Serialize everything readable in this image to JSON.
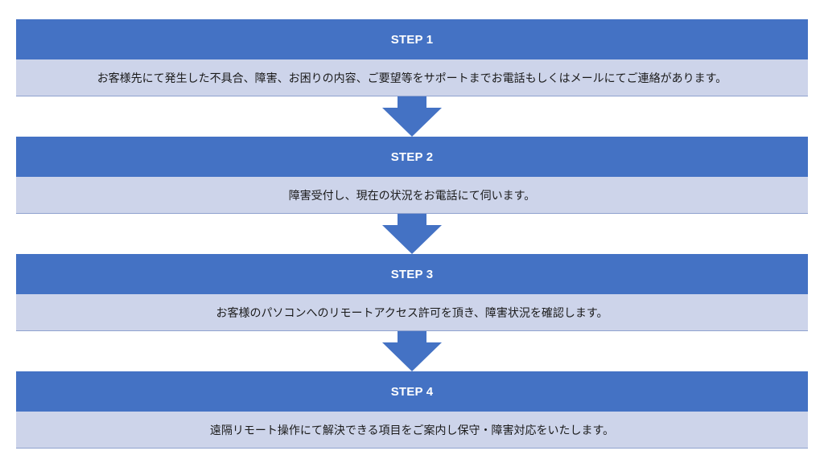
{
  "colors": {
    "header": "#4472c4",
    "body": "#cdd4ea",
    "arrow": "#4472c4"
  },
  "steps": [
    {
      "title": "STEP 1",
      "text": "お客様先にて発生した不具合、障害、お困りの内容、ご要望等をサポートまでお電話もしくはメールにてご連絡があります。"
    },
    {
      "title": "STEP 2",
      "text": "障害受付し、現在の状況をお電話にて伺います。"
    },
    {
      "title": "STEP 3",
      "text": "お客様のパソコンへのリモートアクセス許可を頂き、障害状況を確認します。"
    },
    {
      "title": "STEP 4",
      "text": "遠隔リモート操作にて解決できる項目をご案内し保守・障害対応をいたします。"
    }
  ]
}
